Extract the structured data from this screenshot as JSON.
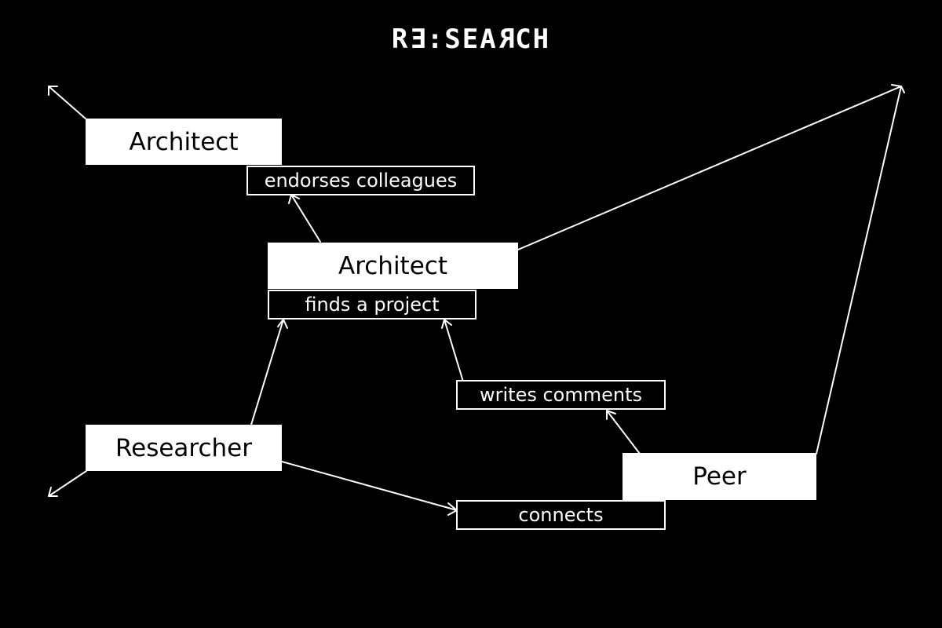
{
  "logo": {
    "part1": "R",
    "part2": "E",
    "part3": ":SEA",
    "part4": "R",
    "part5": "CH"
  },
  "nodes": {
    "architect_top": "Architect",
    "architect_center": "Architect",
    "researcher": "Researcher",
    "peer": "Peer"
  },
  "relations": {
    "endorses": "endorses colleagues",
    "finds": "finds a project",
    "writes": "writes comments",
    "connects": "connects"
  },
  "colors": {
    "background": "#000000",
    "foreground": "#ffffff"
  }
}
